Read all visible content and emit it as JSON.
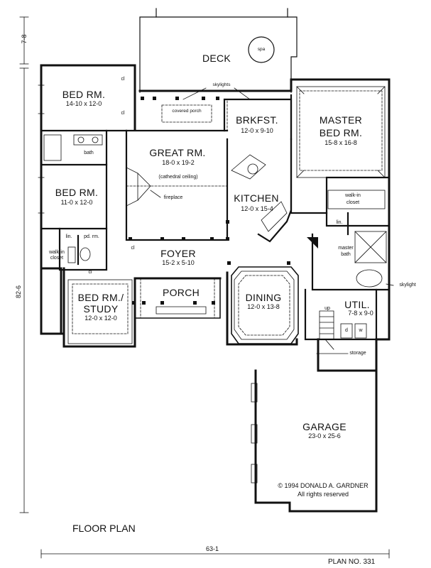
{
  "title": "FLOOR PLAN",
  "plan_number": "PLAN NO. 331",
  "copyright": "© 1994 DONALD A. GARDNER",
  "rights": "All rights reserved",
  "dimensions": {
    "overall_width": "63-1",
    "overall_depth": "82-6",
    "deck_depth": "7-8"
  },
  "rooms": {
    "deck": {
      "name": "DECK"
    },
    "spa": {
      "name": "spa"
    },
    "skylights": {
      "name": "skylights"
    },
    "covered_porch": {
      "name": "covered porch"
    },
    "bed1": {
      "name": "BED RM.",
      "size": "14-10  x  12-0"
    },
    "bath": {
      "name": "bath"
    },
    "bed2": {
      "name": "BED RM.",
      "size": "11-0  x  12-0"
    },
    "great": {
      "name": "GREAT RM.",
      "size": "18-0  x  19-2",
      "note": "(cathedral ceiling)"
    },
    "fireplace": {
      "name": "fireplace"
    },
    "brkfst": {
      "name": "BRKFST.",
      "size": "12-0  x  9-10"
    },
    "kitchen": {
      "name": "KITCHEN",
      "size": "12-0  x  15-4"
    },
    "master": {
      "name": "MASTER",
      "name2": "BED RM.",
      "size": "15-8  x  16-8"
    },
    "walkin_master": {
      "name": "walk-in",
      "name2": "closet"
    },
    "lin": {
      "name": "lin."
    },
    "master_bath": {
      "name": "master",
      "name2": "bath"
    },
    "skylight": {
      "name": "skylight"
    },
    "pd": {
      "lin": "lin.",
      "name": "pd. rm."
    },
    "walkin_closet": {
      "name": "walk-in",
      "name2": "closet"
    },
    "cl": {
      "name": "cl"
    },
    "foyer": {
      "name": "FOYER",
      "size": "15-2  x  5-10"
    },
    "study": {
      "name": "BED RM./",
      "name2": "STUDY",
      "size": "12-0  x  12-0"
    },
    "porch": {
      "name": "PORCH"
    },
    "dining": {
      "name": "DINING",
      "size": "12-0  x  13-8"
    },
    "util": {
      "name": "UTIL.",
      "size": "7-8  x  9-0",
      "up": "up",
      "d": "d",
      "w": "w"
    },
    "storage": {
      "name": "storage"
    },
    "garage": {
      "name": "GARAGE",
      "size": "23-0  x  25-6"
    }
  }
}
